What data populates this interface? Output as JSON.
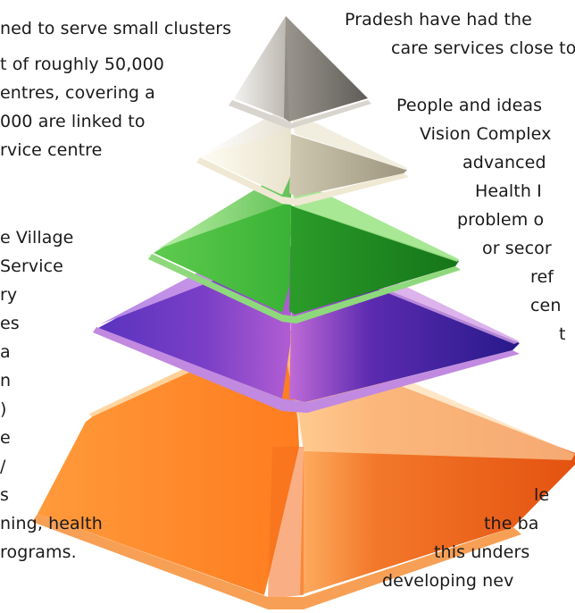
{
  "left_text": [
    "ned to serve small clusters",
    "t of roughly 50,000",
    "entres, covering a",
    "000 are linked to",
    "rvice  centre",
    "e  Village",
    "Service",
    "ry",
    "es",
    "a",
    "n",
    ")",
    "e",
    "/",
    "s",
    "ning,  health",
    "rograms."
  ],
  "right_text": [
    "Pradesh have had the",
    "care services close to",
    "People and ideas",
    "Vision Complex",
    "advanced",
    "Health  I",
    "problem o",
    "or  secor",
    "ref",
    "cen",
    "t",
    "le",
    "the  ba",
    "this  unders",
    "developing nev"
  ],
  "pyramid": {
    "tiers": [
      {
        "name": "apex",
        "colors": {
          "light": "#ecebe8",
          "mid": "#a9a59f",
          "dark": "#6d6a65"
        }
      },
      {
        "name": "tier-cream",
        "colors": {
          "light": "#fbf9ef",
          "mid": "#d9d2bb",
          "dark": "#a8a089"
        }
      },
      {
        "name": "tier-green",
        "colors": {
          "light": "#7fd56b",
          "mid": "#34ae2e",
          "dark": "#197e1d"
        }
      },
      {
        "name": "tier-purple",
        "colors": {
          "light": "#c76fd8",
          "mid": "#6a2fb4",
          "dark": "#2a1d8e"
        }
      },
      {
        "name": "tier-orange",
        "colors": {
          "light": "#ffb265",
          "mid": "#f57a21",
          "dark": "#e8560b"
        }
      }
    ]
  }
}
